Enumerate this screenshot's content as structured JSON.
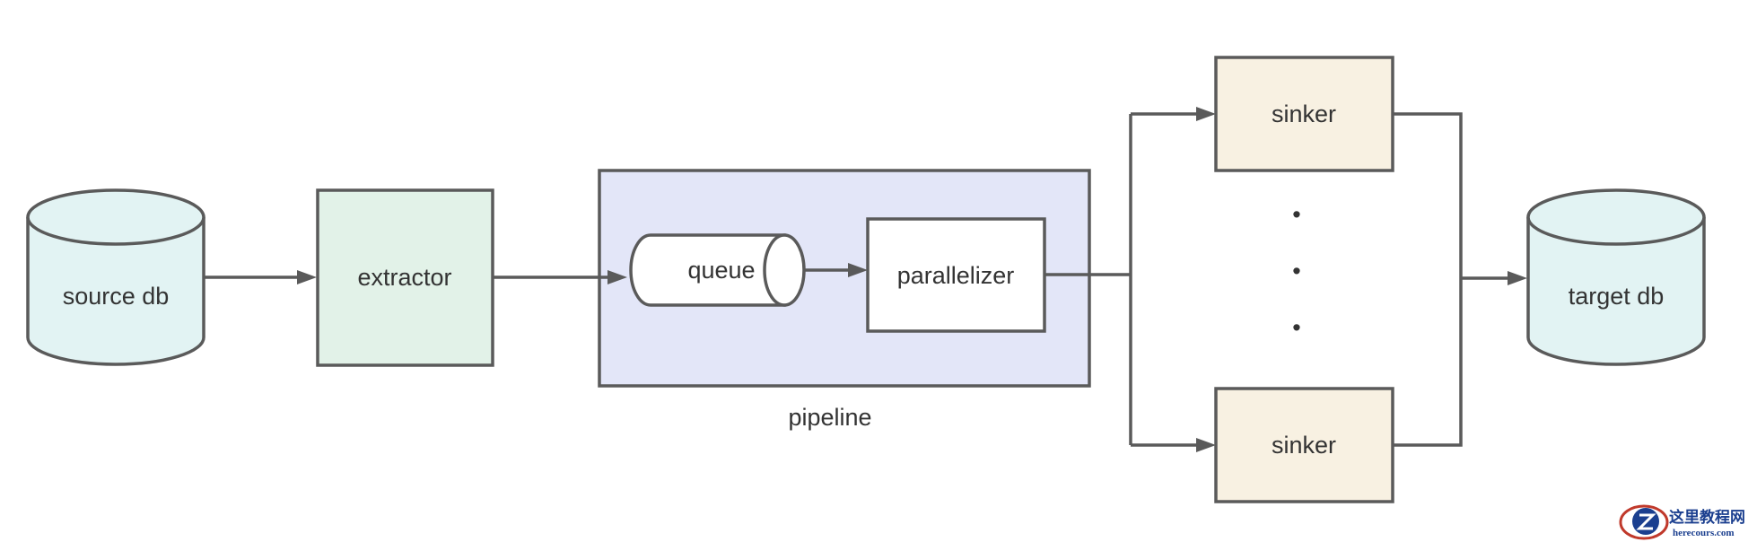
{
  "colors": {
    "stroke": "#5a5a5a",
    "text": "#333333",
    "database_fill": "#e2f3f3",
    "extractor_fill": "#e2f2e8",
    "pipeline_fill": "#e3e6f8",
    "sinker_fill": "#f8f1e2",
    "plain_fill": "#ffffff"
  },
  "nodes": {
    "source_db": "source db",
    "extractor": "extractor",
    "queue": "queue",
    "parallelizer": "parallelizer",
    "pipeline_caption": "pipeline",
    "sinker_top": "sinker",
    "sinker_bottom": "sinker",
    "ellipsis_dots": [
      "•",
      "•",
      "•"
    ],
    "target_db": "target db"
  },
  "watermark": {
    "title": "这里教程网",
    "domain": "herecours.com",
    "icon": "stylized-z-logo"
  }
}
